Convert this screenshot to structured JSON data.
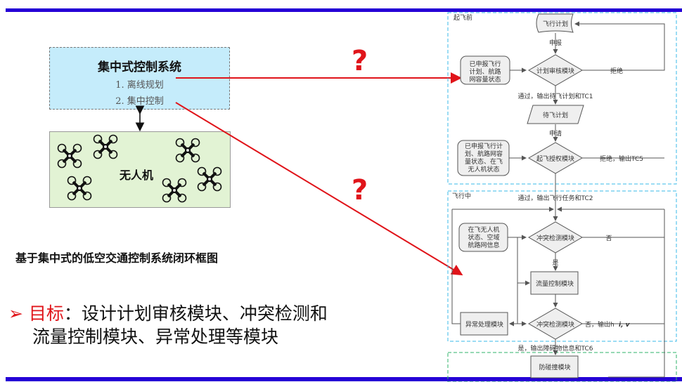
{
  "left": {
    "control_system": {
      "title": "集中式控制系统",
      "items": [
        "1. 离线规划",
        "2. 集中控制"
      ]
    },
    "uav_label": "无人机",
    "question_marks": [
      "?",
      "?"
    ],
    "caption": "基于集中式的低空交通控制系统闭环框图",
    "goal": {
      "bullet": "➢",
      "label": "目标",
      "text_line1": "：设计计划审核模块、冲突检测和",
      "text_line2": "流量控制模块、异常处理等模块"
    }
  },
  "flowchart": {
    "phase_pre": "起飞前",
    "phase_in": "飞行中",
    "flight_plan": "飞行计划",
    "declare": "申报",
    "plan_review": "计划审核模块",
    "db1": [
      "已申报飞行",
      "计划、航路",
      "网容量状态"
    ],
    "reject": "拒绝",
    "pass_tc1": "通过，输出待飞计划和TC1",
    "pending_plan": "待飞计划",
    "apply": "申请",
    "takeoff_auth": "起飞授权模块",
    "db2": [
      "已申报飞行计",
      "划、航路网容",
      "量状态、在飞",
      "无人机状态"
    ],
    "reject_tc5": "拒绝，输出TC5",
    "pass_tc2": "通过，输出飞行任务和TC2",
    "conflict_detect": "冲突检测模块",
    "db3": [
      "在飞无人机",
      "状态、空域",
      "航路网信息"
    ],
    "no": "否",
    "yes": "是",
    "flow_control": "流量控制模块",
    "conflict_detect2": "冲突检测模块",
    "exception": "异常处理模块",
    "no_output": "否，输出h",
    "no_output_math": "i, v",
    "yes_tc6": "是，输出障碍物信息和TC6",
    "collision_avoid": "防碰撞模块"
  },
  "colors": {
    "accent_bar": "#2400d6",
    "red": "#e0141a",
    "phase_border": "#3ab8e8",
    "avoid_border": "#2fb36a"
  }
}
